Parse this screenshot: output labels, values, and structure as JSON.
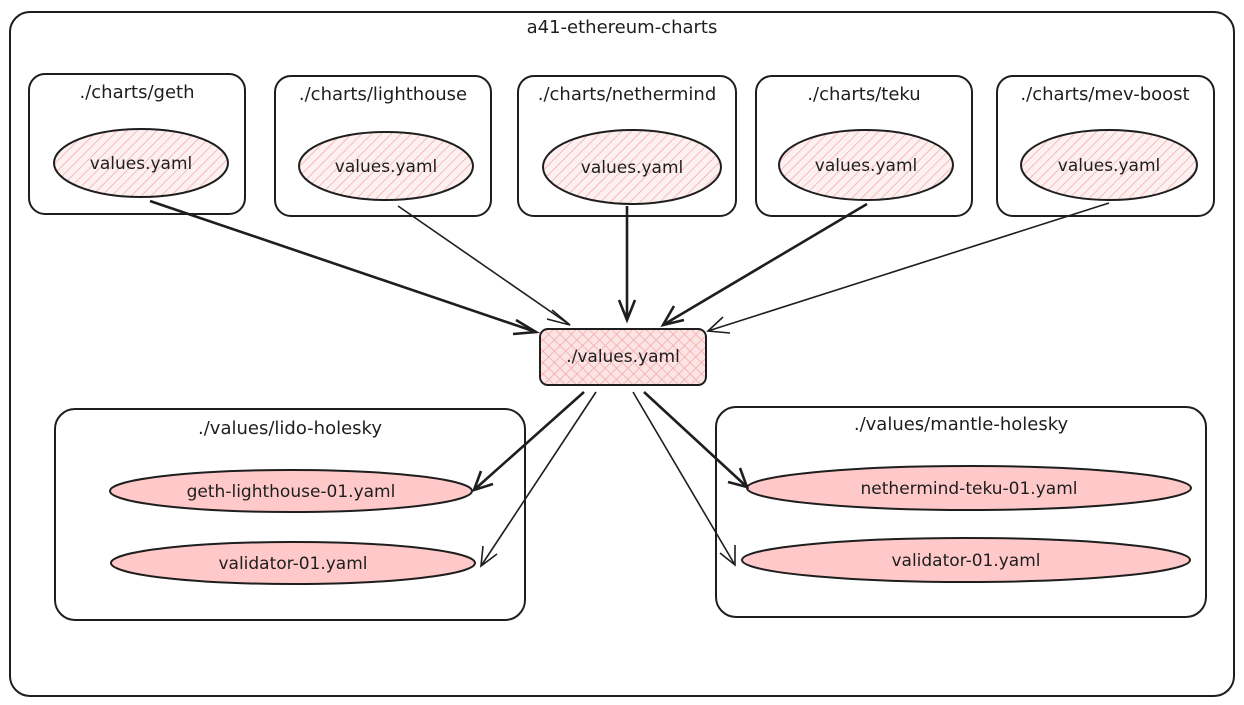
{
  "diagram": {
    "title": "a41-ethereum-charts",
    "charts": [
      {
        "name": "./charts/geth",
        "file": "values.yaml"
      },
      {
        "name": "./charts/lighthouse",
        "file": "values.yaml"
      },
      {
        "name": "./charts/nethermind",
        "file": "values.yaml"
      },
      {
        "name": "./charts/teku",
        "file": "values.yaml"
      },
      {
        "name": "./charts/mev-boost",
        "file": "values.yaml"
      }
    ],
    "center": {
      "file": "./values.yaml"
    },
    "values_groups": [
      {
        "name": "./values/lido-holesky",
        "files": [
          "geth-lighthouse-01.yaml",
          "validator-01.yaml"
        ]
      },
      {
        "name": "./values/mantle-holesky",
        "files": [
          "nethermind-teku-01.yaml",
          "validator-01.yaml"
        ]
      }
    ],
    "colors": {
      "stroke": "#1e1e1e",
      "fill_pink": "#ffc9c9",
      "hatch_pink": "#f4a6a6",
      "background": "#ffffff"
    }
  }
}
